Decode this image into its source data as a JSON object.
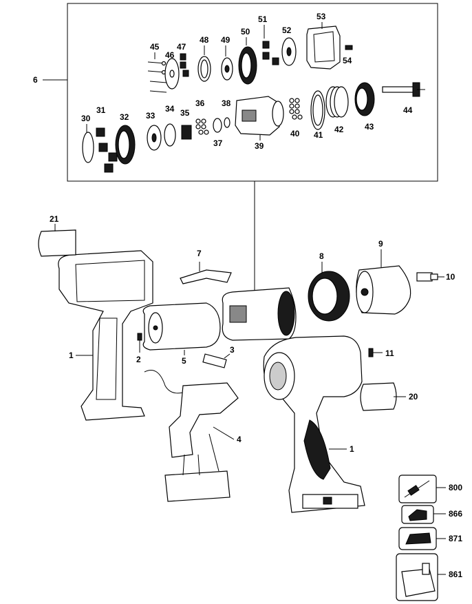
{
  "labels": {
    "l1a": "1",
    "l1b": "1",
    "l2": "2",
    "l4": "4",
    "l5": "5",
    "l6": "6",
    "l7": "7",
    "l8": "8",
    "l9": "9",
    "l10": "10",
    "l11": "11",
    "l20": "20",
    "l21": "21",
    "l30": "30",
    "l31": "31",
    "l32": "32",
    "l33": "33",
    "l34": "34",
    "l35": "35",
    "l36": "36",
    "l37": "37",
    "l38": "38",
    "l39": "39",
    "l40": "40",
    "l41": "41",
    "l42": "42",
    "l43": "43",
    "l44": "44",
    "l45": "45",
    "l46": "46",
    "l47": "47",
    "l48": "48",
    "l49": "49",
    "l50": "50",
    "l51": "51",
    "l52": "52",
    "l53": "53",
    "l54": "54",
    "l800": "800",
    "l866": "866",
    "l871": "871",
    "l861": "861",
    "l3": "3"
  }
}
